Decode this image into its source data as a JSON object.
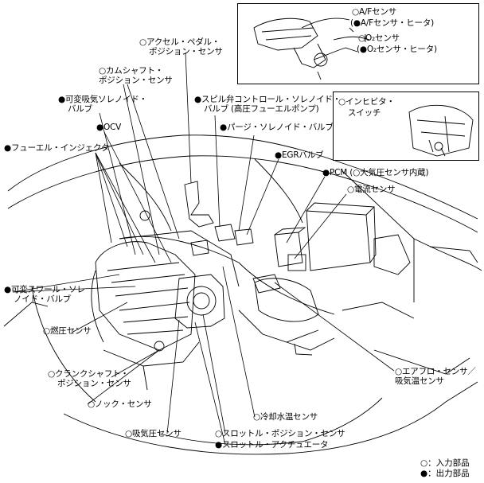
{
  "markers": {
    "input": "○",
    "output": "●"
  },
  "legend": [
    {
      "marker": "○",
      "text": "：入力部品"
    },
    {
      "marker": "●",
      "text": "：出力部品"
    }
  ],
  "inset_exhaust": [
    {
      "marker": "○",
      "line1": "A/Fセンサ",
      "line2": "(●A/Fセンサ・ヒータ)"
    },
    {
      "marker": "○",
      "line1": "O₂センサ",
      "line2": "(●O₂センサ・ヒータ)"
    }
  ],
  "inset_transmission": {
    "marker": "○",
    "line1": "インヒビタ・",
    "line2": "スイッチ"
  },
  "labels": {
    "accel": {
      "marker": "○",
      "line1": "アクセル・ペダル・",
      "line2": "ポジション・センサ"
    },
    "cam": {
      "marker": "○",
      "line1": "カムシャフト・",
      "line2": "ポジション・センサ"
    },
    "vvt_sol": {
      "marker": "●",
      "line1": "可変吸気ソレノイド・",
      "line2": "バルブ"
    },
    "spill": {
      "marker": "●",
      "line1": "スピル弁コントロール・ソレノイド・",
      "line2": "バルブ (高圧フューエルポンプ)"
    },
    "ocv": {
      "marker": "●",
      "line1": "OCV"
    },
    "purge": {
      "marker": "●",
      "line1": "パージ・ソレノイド・バルブ"
    },
    "injector": {
      "marker": "●",
      "line1": "フューエル・インジェクタ"
    },
    "egr": {
      "marker": "●",
      "line1": "EGRバルブ"
    },
    "pcm": {
      "marker": "●",
      "line1": "PCM (○大気圧センサ内蔵)"
    },
    "current": {
      "marker": "○",
      "line1": "電流センサ"
    },
    "swirl": {
      "marker": "●",
      "line1": "可変スワール・ソレ",
      "line2": "ノイド・バルブ"
    },
    "fuel_press": {
      "marker": "○",
      "line1": "燃圧センサ"
    },
    "crank": {
      "marker": "○",
      "line1": "クランクシャフト・",
      "line2": "ポジション・センサ"
    },
    "airflow": {
      "marker": "○",
      "line1": "エアフロ・センサ／",
      "line2": "吸気温センサ"
    },
    "knock": {
      "marker": "○",
      "line1": "ノック・センサ"
    },
    "coolant": {
      "marker": "○",
      "line1": "冷却水温センサ"
    },
    "map": {
      "marker": "○",
      "line1": "吸気圧センサ"
    },
    "tps": {
      "marker": "○",
      "line1": "スロットル・ポジション・センサ"
    },
    "actuator": {
      "marker": "●",
      "line1": "スロットル・アクチュエータ"
    }
  }
}
